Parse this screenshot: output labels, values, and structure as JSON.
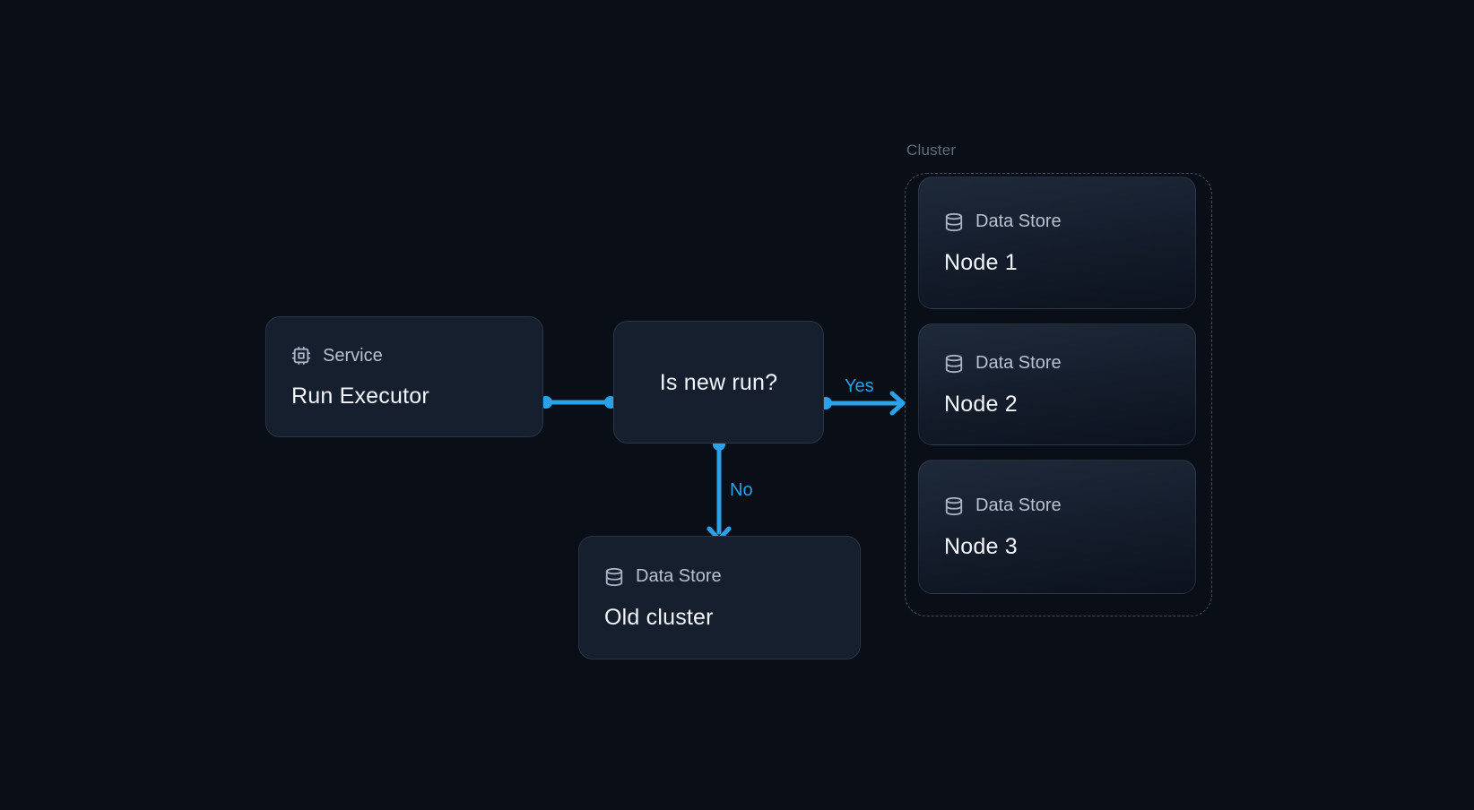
{
  "colors": {
    "background": "#0a0e17",
    "accent": "#2aa2e9",
    "node_fill": "#161f2e",
    "node_border": "#2a3547",
    "title_text": "#f2f5f9",
    "label_text": "#b6c1d1",
    "cluster_label_text": "#5f6b7d",
    "cluster_border": "#414e61"
  },
  "diagram": {
    "service_node": {
      "icon": "cpu-icon",
      "type_label": "Service",
      "title": "Run Executor"
    },
    "decision_node": {
      "title": "Is new run?"
    },
    "old_cluster_node": {
      "icon": "database-icon",
      "type_label": "Data Store",
      "title": "Old cluster"
    },
    "cluster": {
      "label": "Cluster",
      "nodes": [
        {
          "icon": "database-icon",
          "type_label": "Data Store",
          "title": "Node 1"
        },
        {
          "icon": "database-icon",
          "type_label": "Data Store",
          "title": "Node 2"
        },
        {
          "icon": "database-icon",
          "type_label": "Data Store",
          "title": "Node 3"
        }
      ]
    },
    "edge_labels": {
      "yes": "Yes",
      "no": "No"
    }
  }
}
